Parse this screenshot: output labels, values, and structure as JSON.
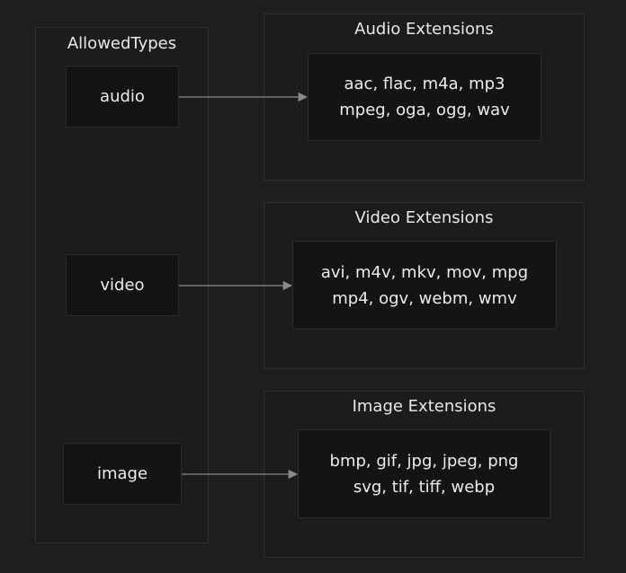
{
  "allowed_types": {
    "title": "AllowedTypes",
    "nodes": {
      "audio": "audio",
      "video": "video",
      "image": "image"
    }
  },
  "audio_extensions": {
    "title": "Audio Extensions",
    "line1": "aac, flac, m4a, mp3",
    "line2": "mpeg, oga, ogg, wav"
  },
  "video_extensions": {
    "title": "Video Extensions",
    "line1": "avi, m4v, mkv, mov, mpg",
    "line2": "mp4, ogv, webm, wmv"
  },
  "image_extensions": {
    "title": "Image Extensions",
    "line1": "bmp, gif, jpg, jpeg, png",
    "line2": "svg, tif, tiff, webp"
  },
  "colors": {
    "background": "#1e1e1e",
    "edge": "#8a8a8a",
    "text": "#e8e8e8"
  }
}
